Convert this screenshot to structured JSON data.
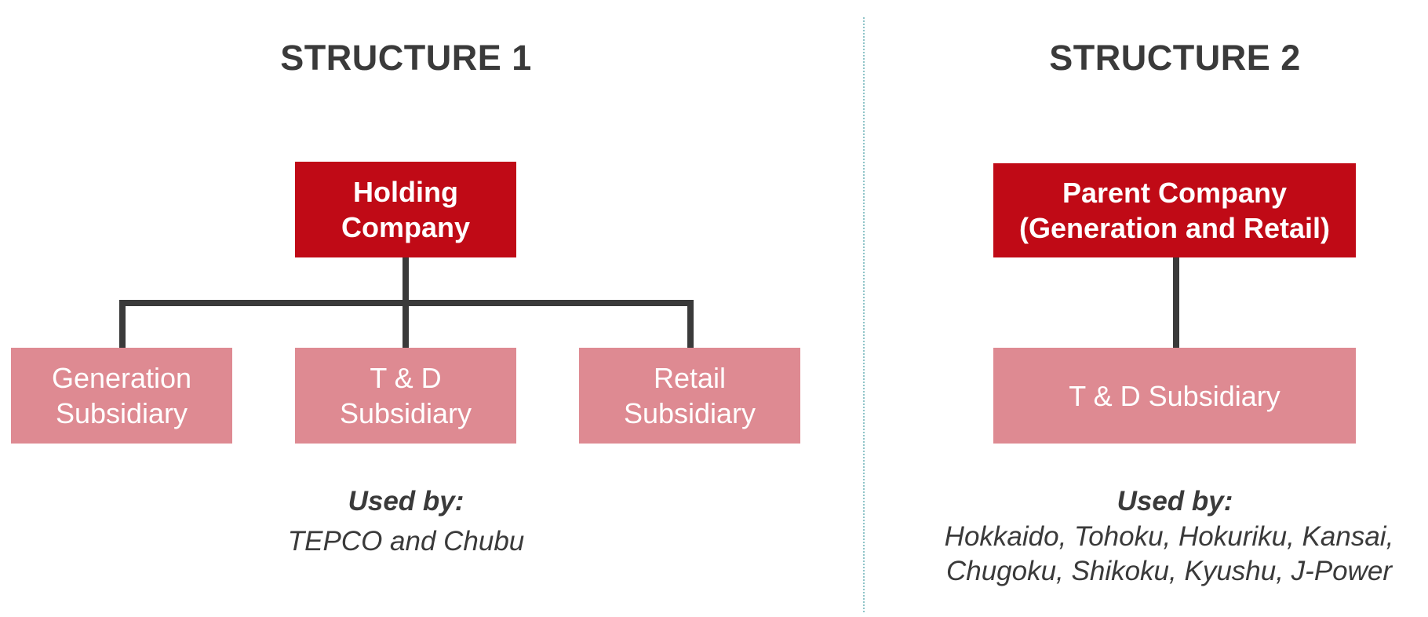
{
  "structure1": {
    "title": "STRUCTURE 1",
    "parent": {
      "line1": "Holding",
      "line2": "Company"
    },
    "children": [
      {
        "line1": "Generation",
        "line2": "Subsidiary"
      },
      {
        "line1": "T & D",
        "line2": "Subsidiary"
      },
      {
        "line1": "Retail",
        "line2": "Subsidiary"
      }
    ],
    "used_by_label": "Used by:",
    "used_by_value": "TEPCO and Chubu"
  },
  "structure2": {
    "title": "STRUCTURE 2",
    "parent": {
      "line1": "Parent Company",
      "line2": "(Generation and Retail)"
    },
    "child": "T & D Subsidiary",
    "used_by_label": "Used by:",
    "used_by_value_line1": "Hokkaido, Tohoku, Hokuriku, Kansai,",
    "used_by_value_line2": "Chugoku, Shikoku, Kyushu, J-Power"
  },
  "colors": {
    "parent_box": "#c00a16",
    "child_box": "#de8a92",
    "connector": "#3a3a3a",
    "title_text": "#3a3a3a",
    "divider": "#8fc4c8"
  }
}
